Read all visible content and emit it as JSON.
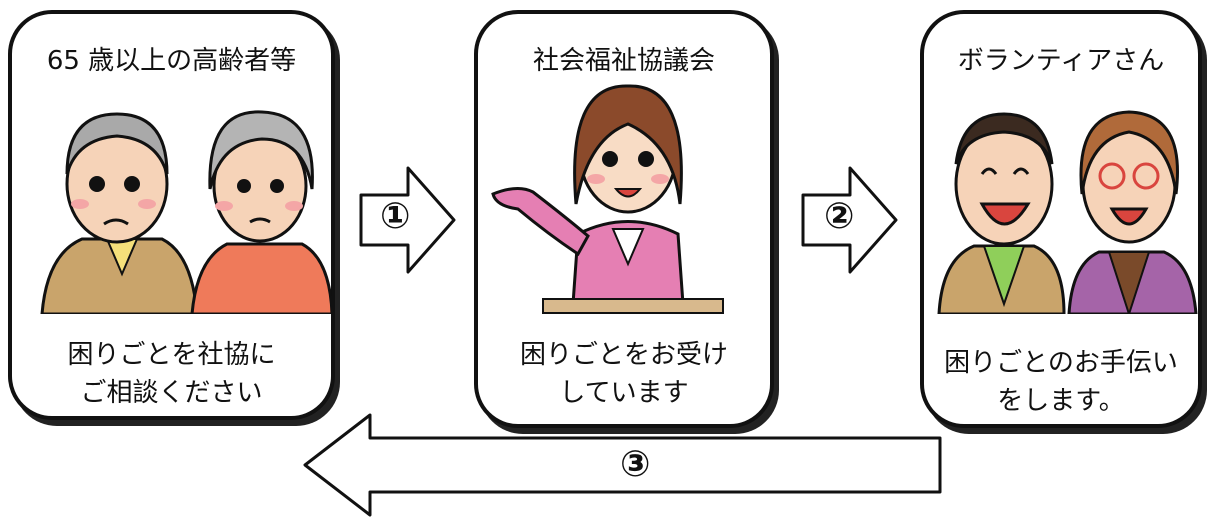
{
  "cards": [
    {
      "title": "65 歳以上の高齢者等",
      "description": "困りごとを社協に\nご相談ください"
    },
    {
      "title": "社会福祉協議会",
      "description": "困りごとをお受け\nしています"
    },
    {
      "title": "ボランティアさん",
      "description": "困りごとのお手伝い\nをします。"
    }
  ],
  "steps": [
    "①",
    "②",
    "③"
  ],
  "colors": {
    "outline": "#111111",
    "seniorJacket": "#c9a46b",
    "seniorWoman": "#ef7a5a",
    "staff": "#e57fb3",
    "volunteerGreen": "#8fcf5a",
    "volunteerPurple": "#a564a8"
  }
}
